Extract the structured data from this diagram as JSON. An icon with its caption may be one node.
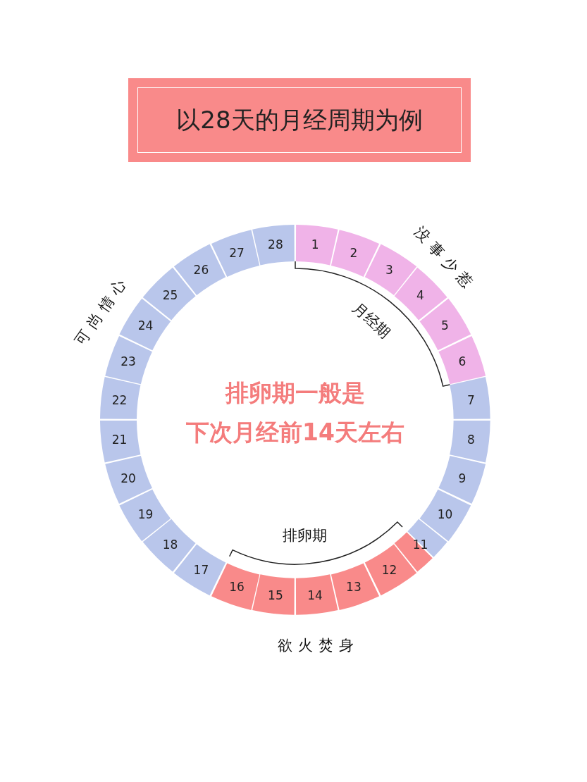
{
  "diagram": {
    "title": "以28天的月经周期为例",
    "nodes": [
      {
        "text": [
          "1"
        ]
      },
      {
        "text": [
          "2"
        ]
      },
      {
        "text": [
          "3"
        ]
      },
      {
        "text": [
          "4"
        ]
      },
      {
        "text": [
          "5"
        ]
      },
      {
        "text": [
          "6"
        ]
      },
      {
        "text": [
          "7"
        ]
      },
      {
        "text": [
          "8"
        ]
      },
      {
        "text": [
          "9"
        ]
      },
      {
        "text": [
          "10"
        ]
      },
      {
        "text": [
          "11"
        ]
      },
      {
        "text": [
          "12"
        ]
      },
      {
        "text": [
          "13"
        ]
      },
      {
        "text": [
          "14"
        ]
      },
      {
        "text": [
          "15"
        ]
      },
      {
        "text": [
          "16"
        ]
      },
      {
        "text": [
          "17"
        ]
      },
      {
        "text": [
          "18"
        ]
      },
      {
        "text": [
          "19"
        ]
      },
      {
        "text": [
          "20"
        ]
      },
      {
        "text": [
          "21"
        ]
      },
      {
        "text": [
          "22"
        ]
      },
      {
        "text": [
          "23"
        ]
      },
      {
        "text": [
          "24"
        ]
      },
      {
        "text": [
          "25"
        ]
      },
      {
        "text": [
          "26"
        ]
      },
      {
        "text": [
          "27"
        ]
      },
      {
        "text": [
          "28"
        ]
      }
    ],
    "edges": [],
    "labels": [
      "没事少惹",
      "月经期",
      "排卵期一般是",
      "下次月经前14天左右",
      "排卵期",
      "欲火焚身",
      "可尚情心"
    ]
  }
}
